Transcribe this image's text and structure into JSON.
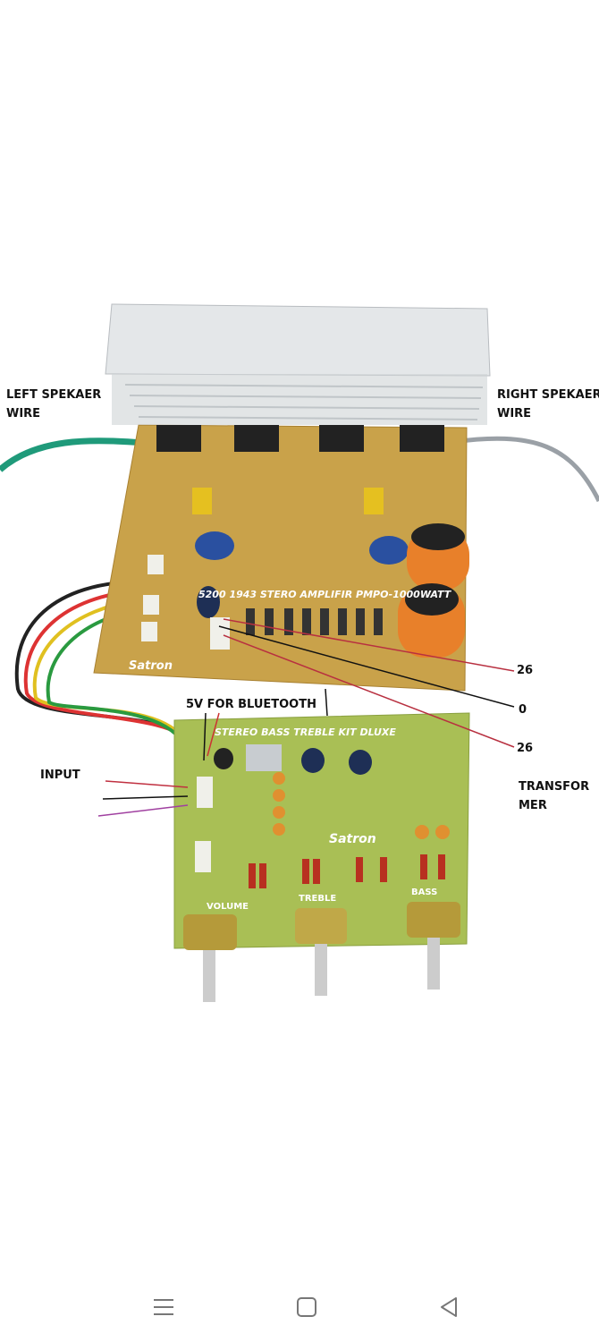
{
  "annotations": {
    "left_speaker": [
      "LEFT SPEKAER",
      "WIRE"
    ],
    "right_speaker": [
      "RIGHT SPEKAER",
      "WIRE"
    ],
    "bluetooth": "5V FOR BLUETOOTH",
    "input": "INPUT",
    "transformer": [
      "TRANSFOR",
      "MER"
    ],
    "transformer_taps": [
      "26",
      "0",
      "26"
    ]
  },
  "board_labels": {
    "amp_title": "5200 1943  STERO AMPLIFIR PMPO-1000WATT",
    "amp_brand": "Satron",
    "tone_title": "STEREO BASS TREBLE KIT DLUXE",
    "tone_brand": "Satron",
    "knobs": [
      "VOLUME",
      "TREBLE",
      "BASS"
    ]
  },
  "colors": {
    "amp_pcb": "#c9a24a",
    "tone_pcb": "#a9bf55",
    "heatsink": "#d8dcdf",
    "capacitor": "#e8802a"
  },
  "navbar": {
    "icons": [
      "menu-icon",
      "home-icon",
      "back-icon"
    ]
  }
}
